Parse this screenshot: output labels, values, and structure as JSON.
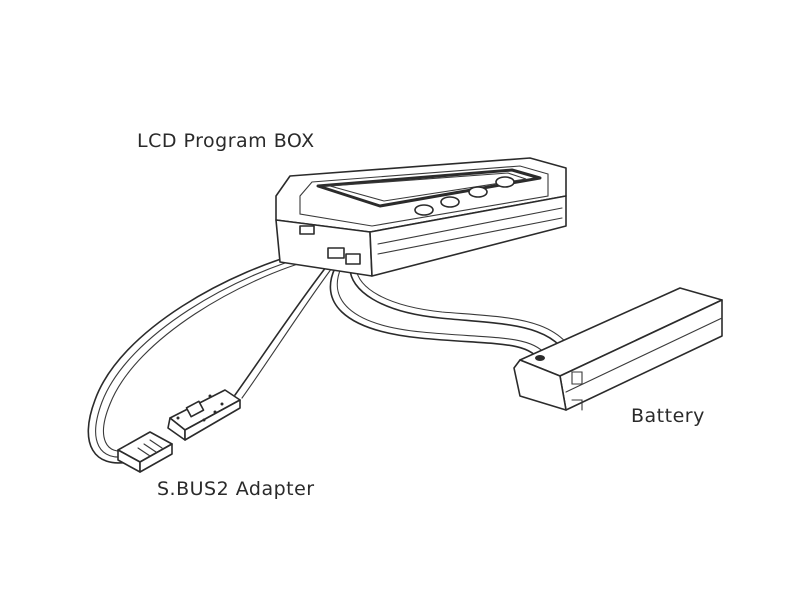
{
  "diagram": {
    "labels": {
      "program_box": "LCD Program BOX",
      "battery": "Battery",
      "adapter": "S.BUS2 Adapter"
    },
    "components": [
      {
        "id": "lcd-program-box",
        "label": "LCD Program BOX",
        "buttons": 4
      },
      {
        "id": "battery",
        "label": "Battery"
      },
      {
        "id": "sbus2-adapter",
        "label": "S.BUS2 Adapter"
      }
    ],
    "connections": [
      {
        "from": "lcd-program-box",
        "to": "sbus2-adapter"
      },
      {
        "from": "lcd-program-box",
        "to": "battery"
      }
    ],
    "colors": {
      "line": "#2b2b2b",
      "background": "#ffffff"
    }
  }
}
